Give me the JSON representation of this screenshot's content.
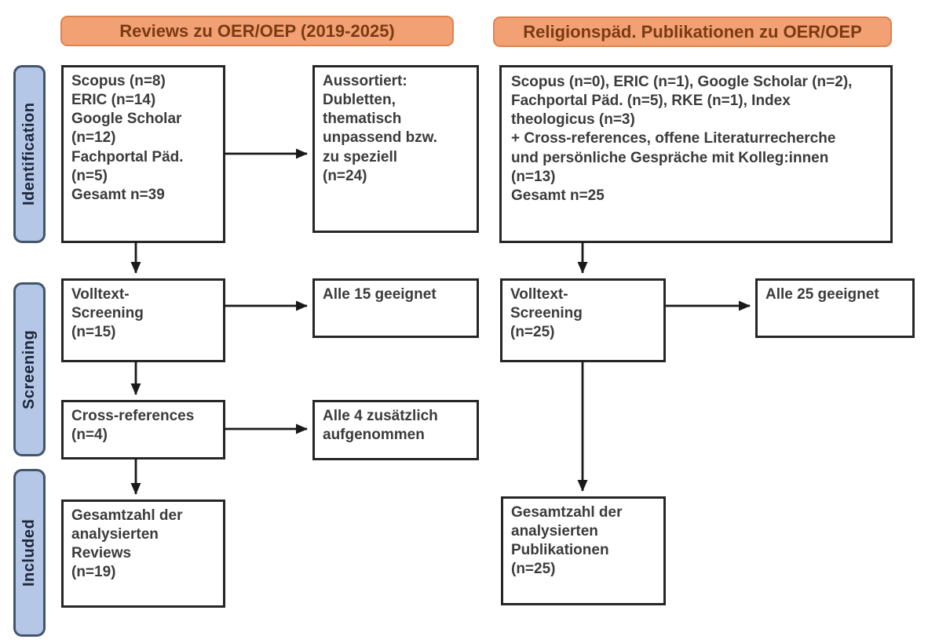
{
  "headers": {
    "left": "Reviews zu OER/OEP (2019-2025)",
    "right": "Religionspäd. Publikationen zu OER/OEP"
  },
  "stages": {
    "identification": "Identification",
    "screening": "Screening",
    "included": "Included"
  },
  "left_column": {
    "sources": "Scopus (n=8)\nERIC (n=14)\nGoogle Scholar\n(n=12)\nFachportal Päd.\n(n=5)\nGesamt n=39",
    "excluded": "Aussortiert:\nDubletten,\nthematisch\nunpassend bzw.\nzu speziell\n(n=24)",
    "fulltext_screening": "Volltext-\nScreening\n(n=15)",
    "fulltext_result": "Alle 15 geeignet",
    "cross_references": "Cross-references\n(n=4)",
    "cross_references_result": "Alle 4 zusätzlich\naufgenommen",
    "total": "Gesamtzahl der\nanalysierten\nReviews\n(n=19)"
  },
  "right_column": {
    "sources": "Scopus (n=0), ERIC (n=1), Google Scholar (n=2),\nFachportal Päd. (n=5), RKE (n=1), Index\ntheologicus (n=3)\n+ Cross-references, offene Literaturrecherche\nund persönliche Gespräche mit Kolleg:innen\n(n=13)\nGesamt n=25",
    "fulltext_screening": "Volltext-\nScreening\n(n=25)",
    "fulltext_result": "Alle 25 geeignet",
    "total": "Gesamtzahl der\nanalysierten\nPublikationen\n(n=25)"
  },
  "colors": {
    "header_fill": "#F1A173",
    "header_border": "#DE8352",
    "header_text": "#7C3A12",
    "stage_fill": "#B4C7E7",
    "stage_border": "#44546A",
    "stage_text": "#1E2638",
    "box_bg": "#FFFFFF",
    "box_border": "#262626",
    "box_text": "#3B3B3B",
    "arrow": "#1A1A1A"
  }
}
